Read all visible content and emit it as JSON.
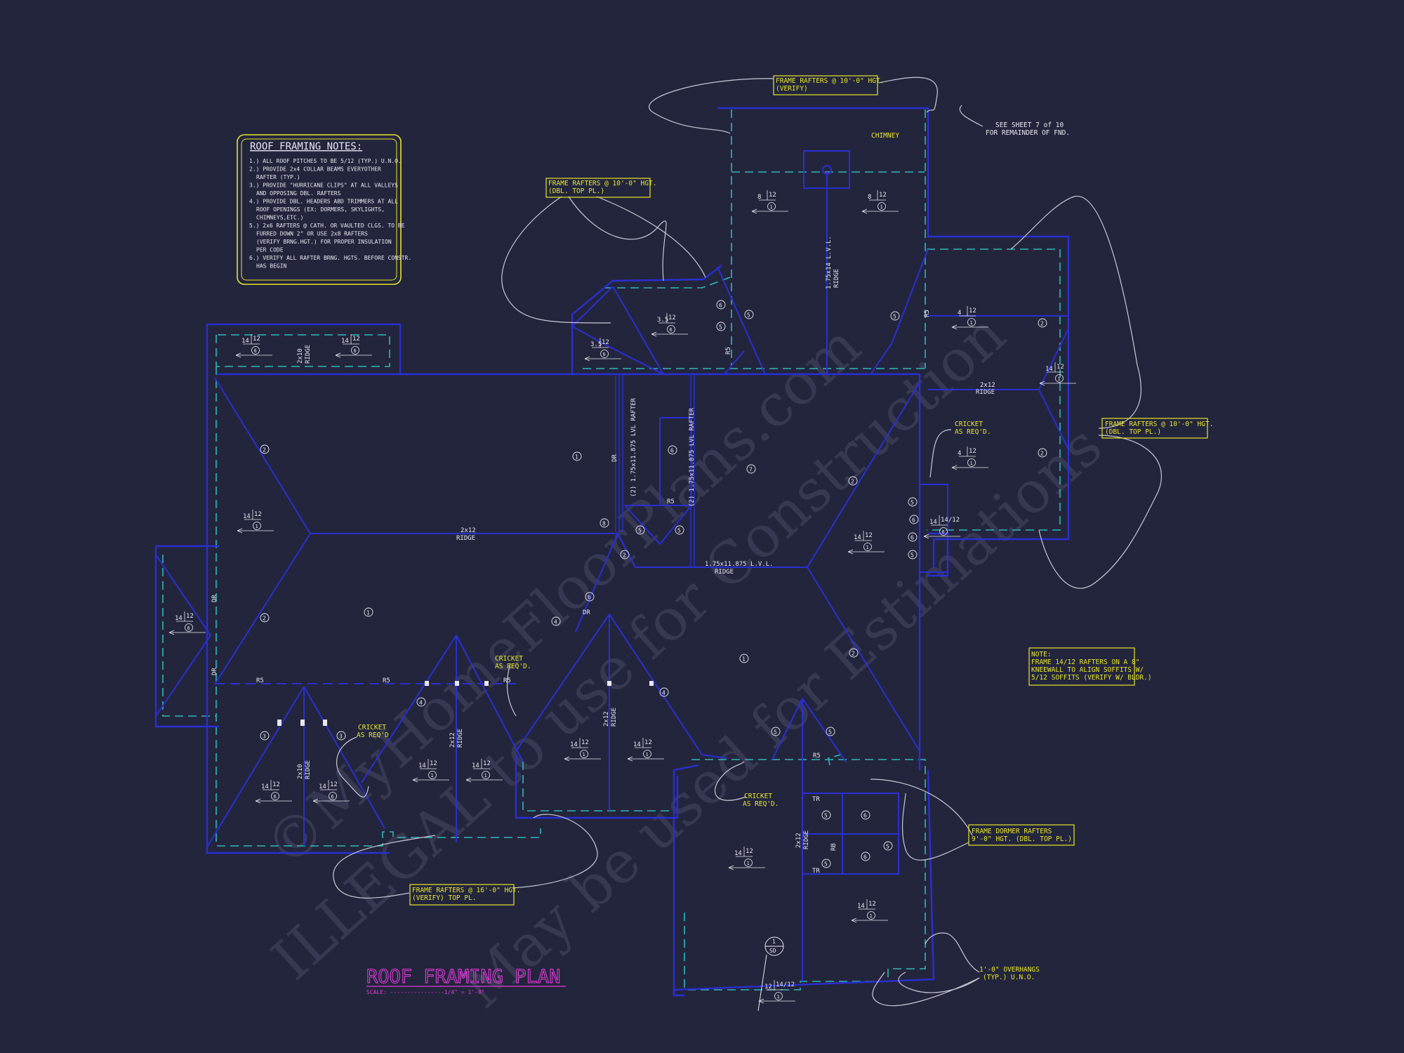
{
  "title": "ROOF FRAMING PLAN",
  "scale": "SCALE: ----------------1/4\" = 1'-0\"",
  "watermark": {
    "line1": "©MyHomeFloorPlans.com",
    "line2": "ILLEGAL to use for Construction",
    "line3": "May be used for Estimations"
  },
  "notes": {
    "heading": "ROOF FRAMING NOTES:",
    "items": [
      "1.) ALL ROOF PITCHES TO BE 5/12 (TYP.) U.N.O.",
      "2.) PROVIDE 2x4 COLLAR BEAMS EVERYOTHER",
      "RAFTER (TYP.)",
      "3.) PROVIDE \"HURRICANE CLIPS\" AT ALL VALLEYS",
      "AND OPPOSING DBL. RAFTERS",
      "4.) PROVIDE DBL. HEADERS ABD TRIMMERS AT ALL",
      "ROOF OPENINGS (EX: DORMERS, SKYLIGHTS,",
      "CHIMNEYS,ETC.)",
      "5.) 2x6 RAFTERS @ CATH. OR VAULTED CLGS. TO BE",
      "FURRED DOWN 2\" OR USE 2x8 RAFTERS",
      "(VERIFY BRNG.HGT.) FOR PROPER INSULATION",
      "PER CODE",
      "6.) VERIFY ALL RAFTER BRNG. HGTS. BEFORE CONSTR.",
      "HAS BEGIN"
    ]
  },
  "callouts": {
    "top_frame": [
      "FRAME RAFTERS @ 10'-0\" HGT.",
      "(VERIFY)"
    ],
    "left_frame": [
      "FRAME RAFTERS @ 10'-0\" HGT.",
      "(DBL. TOP PL.)"
    ],
    "right_frame": [
      "FRAME RAFTERS @ 10'-0\" HGT.",
      "(DBL. TOP PL.)"
    ],
    "bottom_frame": [
      "FRAME RAFTERS @ 16'-0\" HGT.",
      "(VERIFY) TOP PL."
    ],
    "dormer_frame": [
      "FRAME DORMER RAFTERS",
      "9'-0\" HGT. (DBL. TOP PL.)"
    ],
    "note_box": [
      "NOTE:",
      "FRAME 14/12 RAFTERS ON A 8\"",
      "KNEEWALL TO ALIGN SOFFITS W/",
      "5/12 SOFFITS (VERIFY W/ BLDR.)"
    ],
    "see_sheet": [
      "SEE SHEET 7 of 10",
      "FOR REMAINDER OF FND."
    ],
    "chimney": "CHIMNEY",
    "cricket_right": [
      "CRICKET",
      "AS REQ'D."
    ],
    "cricket_mid": [
      "CRICKET",
      "AS REQ'D."
    ],
    "cricket_left": [
      "CRICKET",
      "AS REQ'D"
    ],
    "cricket_bottom": [
      "CRICKET",
      "AS REQ'D."
    ],
    "overhangs": [
      "1'-0\" OVERHANGS",
      "(TYP.) U.N.O."
    ]
  },
  "members": {
    "ridge_main": [
      "2x12",
      "RIDGE"
    ],
    "ridge_right": [
      "2x12",
      "RIDGE"
    ],
    "lvl_ridge_center": [
      "1.75x11.875 L.V.L.",
      "RIDGE"
    ],
    "lvl_ridge_top": [
      "1.75x14 L.V.L.",
      "RIDGE"
    ],
    "ridge_top_left": [
      "2x10",
      "RIDGE"
    ],
    "ridge_bot_left": [
      "2x10",
      "RIDGE"
    ],
    "ridge_bot_mid": [
      "2x12",
      "RIDGE"
    ],
    "ridge_bot_right": [
      "2x12",
      "RIDGE"
    ],
    "ridge_dormer": [
      "2x12",
      "RIDGE"
    ],
    "lvl_rafter_1": "(2) 1.75x11.875 LVL RAFTER",
    "lvl_rafter_2": "(2) 1.75x11.875 LVL RAFTER",
    "r5": "R5",
    "dr": "DR",
    "tr": "TR",
    "rb": "RB"
  },
  "pitch": {
    "twelve": "12",
    "fourteen": "14",
    "eight": "8",
    "four": "4",
    "three_five": "3.5",
    "fourteen_twelve": "14/12"
  },
  "section_mark": [
    "1",
    "SD"
  ],
  "colors": {
    "background": "#23253d",
    "wall": "#2a2fd0",
    "overhang": "#2fb8b8",
    "text": "#e8e8f0",
    "callout": "#e6e629",
    "title": "#e03ad8",
    "leader": "#c9c9d6"
  }
}
